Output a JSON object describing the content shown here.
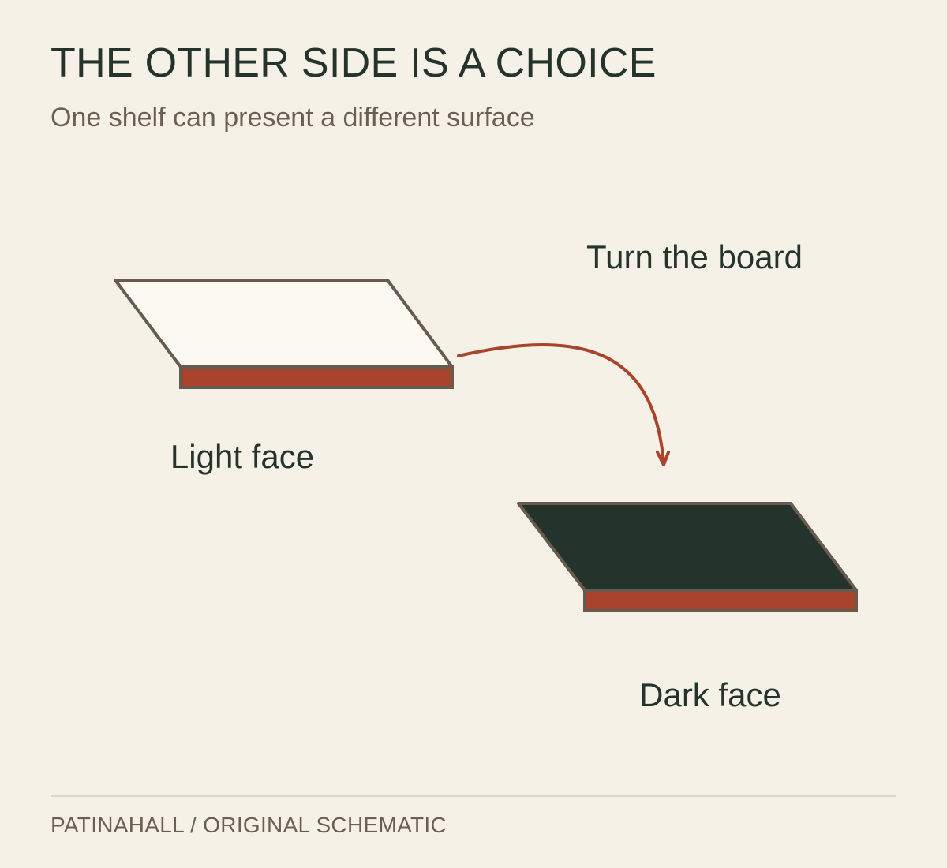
{
  "header": {
    "title": "THE OTHER SIDE IS A CHOICE",
    "subtitle": "One shelf can present a different surface"
  },
  "diagram": {
    "light_board": {
      "label": "Light face",
      "face_color": "#fcf9f3",
      "edge_color": "#a9432b",
      "outline_color": "#675a4e"
    },
    "dark_board": {
      "label": "Dark face",
      "face_color": "#24332b",
      "edge_color": "#a9432b",
      "outline_color": "#675a4e"
    },
    "arrow": {
      "label": "Turn the board",
      "color": "#a9432b"
    }
  },
  "footer": {
    "credit": "PATINAHALL / ORIGINAL SCHEMATIC"
  }
}
